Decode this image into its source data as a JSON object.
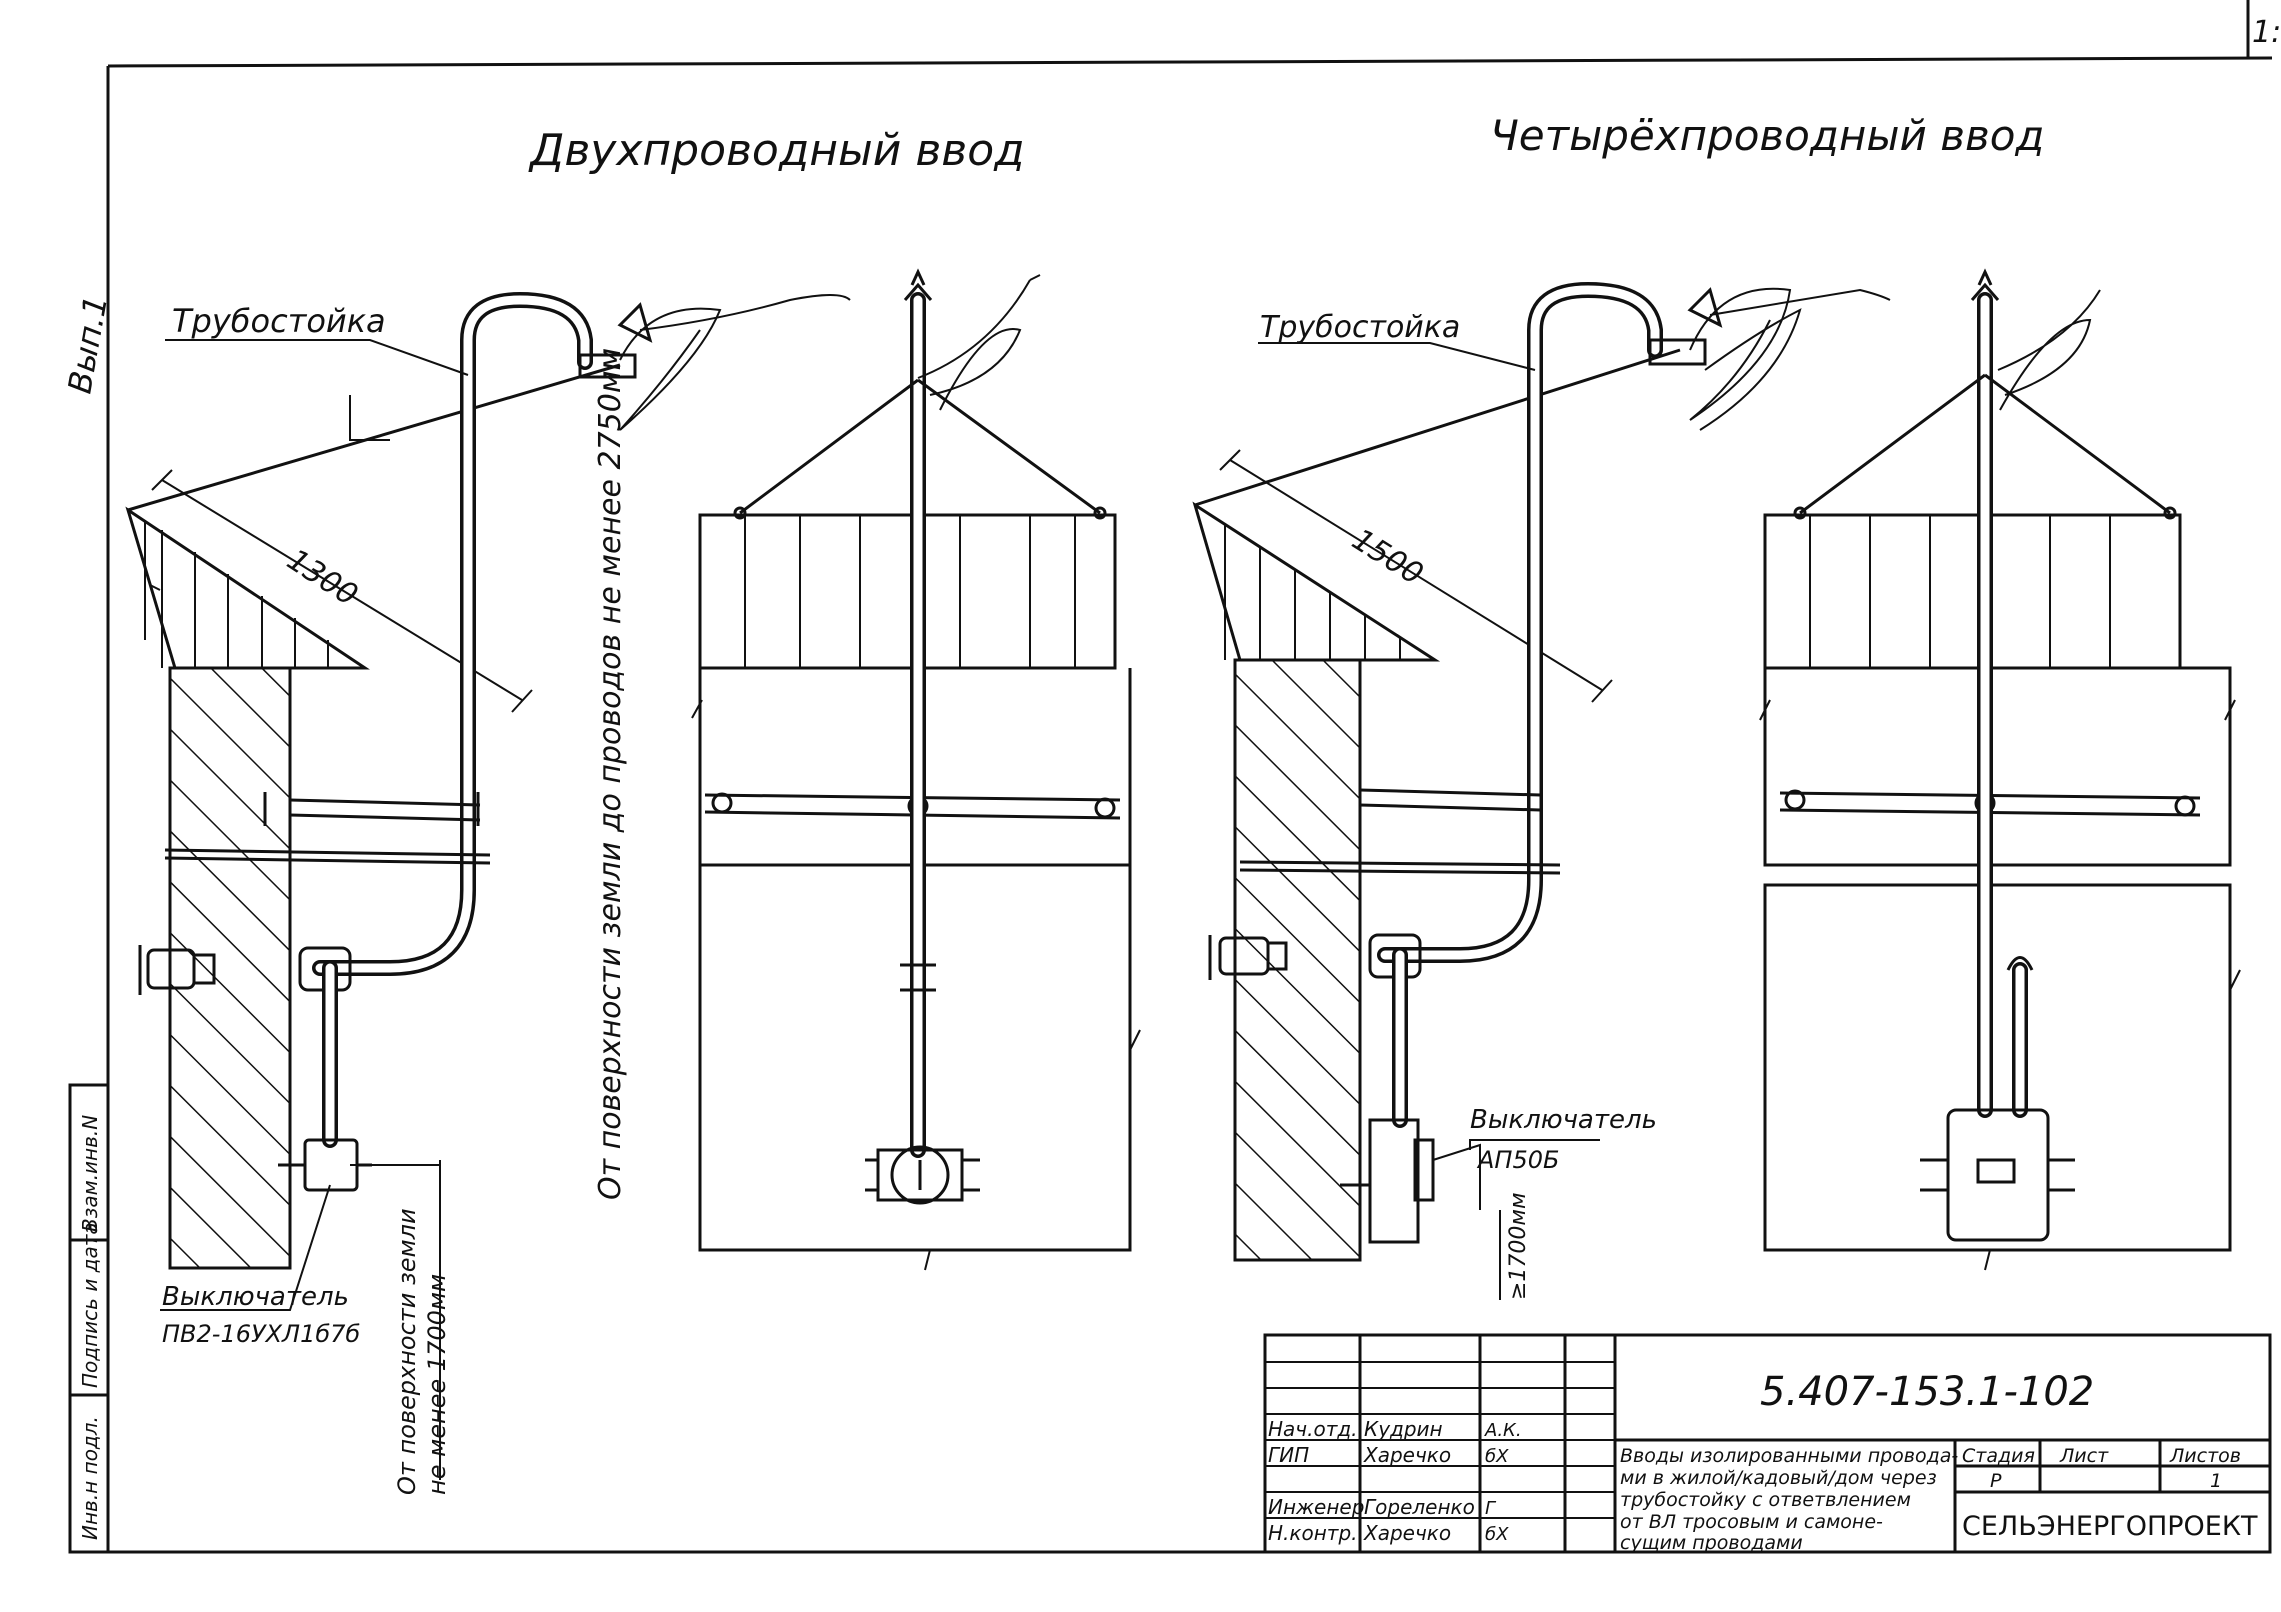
{
  "sheet": {
    "corner_mark": "1:",
    "side_mark": "Вып.1"
  },
  "titles": {
    "left": "Двухпроводный ввод",
    "right": "Четырёхпроводный ввод"
  },
  "left": {
    "tube_stand_label": "Трубостойка",
    "dimension": "1300",
    "vertical_note": "От поверхности земли до проводов не менее 2750мм",
    "switch_label": "Выключатель",
    "switch_model": "ПВ2-16УХЛ1б7б",
    "ground_note_1": "От поверхности земли",
    "ground_note_2": "не менее 1700мм"
  },
  "right": {
    "tube_stand_label": "Трубостойка",
    "dimension": "1500",
    "switch_label": "Выключатель",
    "switch_model": "АП50Б",
    "ground_mark": "≥1700мм"
  },
  "stamp_column": {
    "cells": [
      "Инв.н подл.",
      "Подпись и дата",
      "Взам.инв.N"
    ]
  },
  "title_block": {
    "doc_number": "5.407-153.1-102",
    "rows": [
      {
        "role": "Нач.отд.",
        "name": "Кудрин",
        "sign": "А.К."
      },
      {
        "role": "ГИП",
        "name": "Харечко",
        "sign": "бХ"
      },
      {
        "role": "Инженер",
        "name": "Гореленко",
        "sign": "Г"
      },
      {
        "role": "Н.контр.",
        "name": "Харечко",
        "sign": "бХ"
      }
    ],
    "description": [
      "Вводы изолированными провода-",
      "ми в жилой/кадовый/дом через",
      "трубостойку с ответвлением",
      "от ВЛ тросовым и самоне-",
      "сущим проводами"
    ],
    "stage_header": "Стадия",
    "sheet_header": "Лист",
    "sheets_header": "Листов",
    "stage": "Р",
    "sheet": "",
    "sheets": "1",
    "org": "СЕЛЬЭНЕРГОПРОЕКТ"
  },
  "colors": {
    "ink": "#111111",
    "paper": "#ffffff"
  }
}
